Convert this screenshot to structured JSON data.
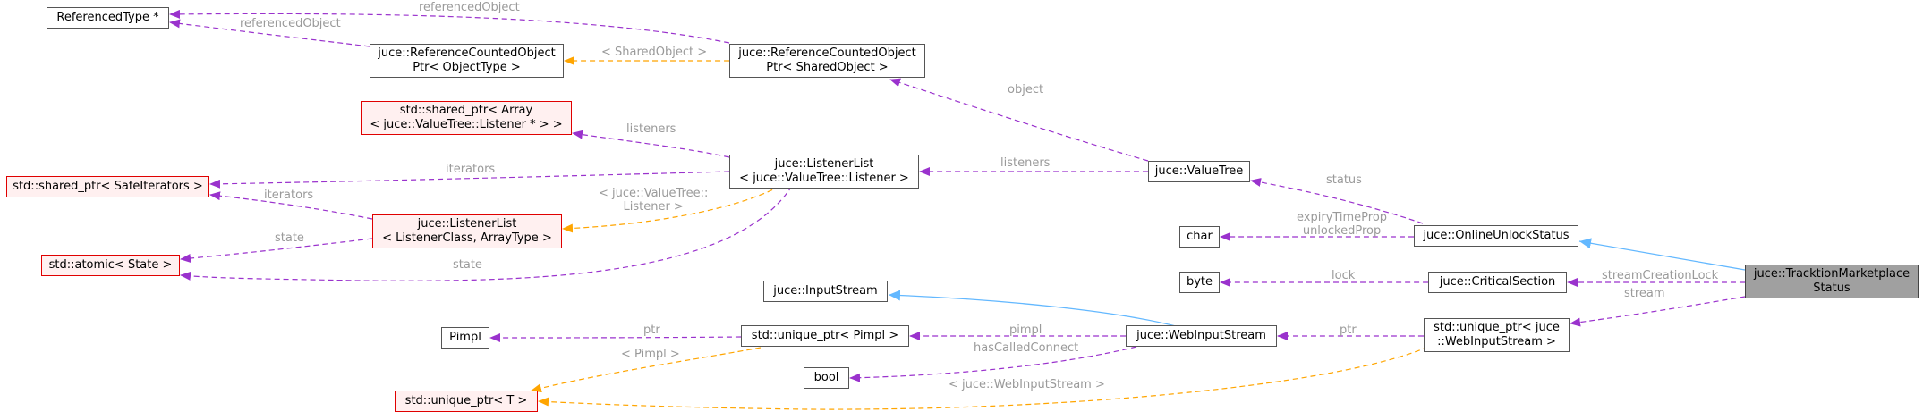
{
  "nodes": {
    "referenced_type": "ReferencedType *",
    "rco_object_type": "juce::ReferenceCountedObject\nPtr< ObjectType >",
    "rco_shared_object": "juce::ReferenceCountedObject\nPtr< SharedObject >",
    "shared_ptr_array": "std::shared_ptr< Array\n< juce::ValueTree::Listener * > >",
    "listener_list_vt": "juce::ListenerList\n< juce::ValueTree::Listener >",
    "shared_ptr_safe_iterators": "std::shared_ptr< SafeIterators >",
    "listener_list_generic": "juce::ListenerList\n< ListenerClass, ArrayType >",
    "atomic_state": "std::atomic< State >",
    "value_tree": "juce::ValueTree",
    "char": "char",
    "online_unlock_status": "juce::OnlineUnlockStatus",
    "byte": "byte",
    "critical_section": "juce::CriticalSection",
    "tracktion_marketplace_status": "juce::TracktionMarketplace\nStatus",
    "input_stream": "juce::InputStream",
    "pimpl": "Pimpl",
    "unique_ptr_pimpl": "std::unique_ptr< Pimpl >",
    "web_input_stream": "juce::WebInputStream",
    "unique_ptr_web_input_stream": "std::unique_ptr< juce\n::WebInputStream >",
    "bool": "bool",
    "unique_ptr_t": "std::unique_ptr< T >"
  },
  "edge_labels": {
    "referenced_object_top": "referencedObject",
    "referenced_object_left": "referencedObject",
    "shared_object_template": "< SharedObject >",
    "object": "object",
    "listeners_array": "listeners",
    "listeners_vt": "listeners",
    "iterators_top": "iterators",
    "iterators_left": "iterators",
    "vt_listener_template": "< juce::ValueTree::\nListener >",
    "state_left": "state",
    "state_bottom": "state",
    "status": "status",
    "expiry_unlocked": "expiryTimeProp\nunlockedProp",
    "lock": "lock",
    "stream_creation_lock": "streamCreationLock",
    "stream": "stream",
    "ptr_pimpl": "ptr",
    "pimpl": "pimpl",
    "pimpl_template": "< Pimpl >",
    "has_called_connect": "hasCalledConnect",
    "ptr_web": "ptr",
    "web_input_stream_template": "< juce::WebInputStream >"
  },
  "colors": {
    "member_edge": "#9a32cd",
    "template_edge": "#ffa500",
    "inheritance_edge": "#63b8ff",
    "label_text": "#9a9a9a",
    "red_border": "#e00000",
    "main_fill": "#a0a0a0"
  }
}
